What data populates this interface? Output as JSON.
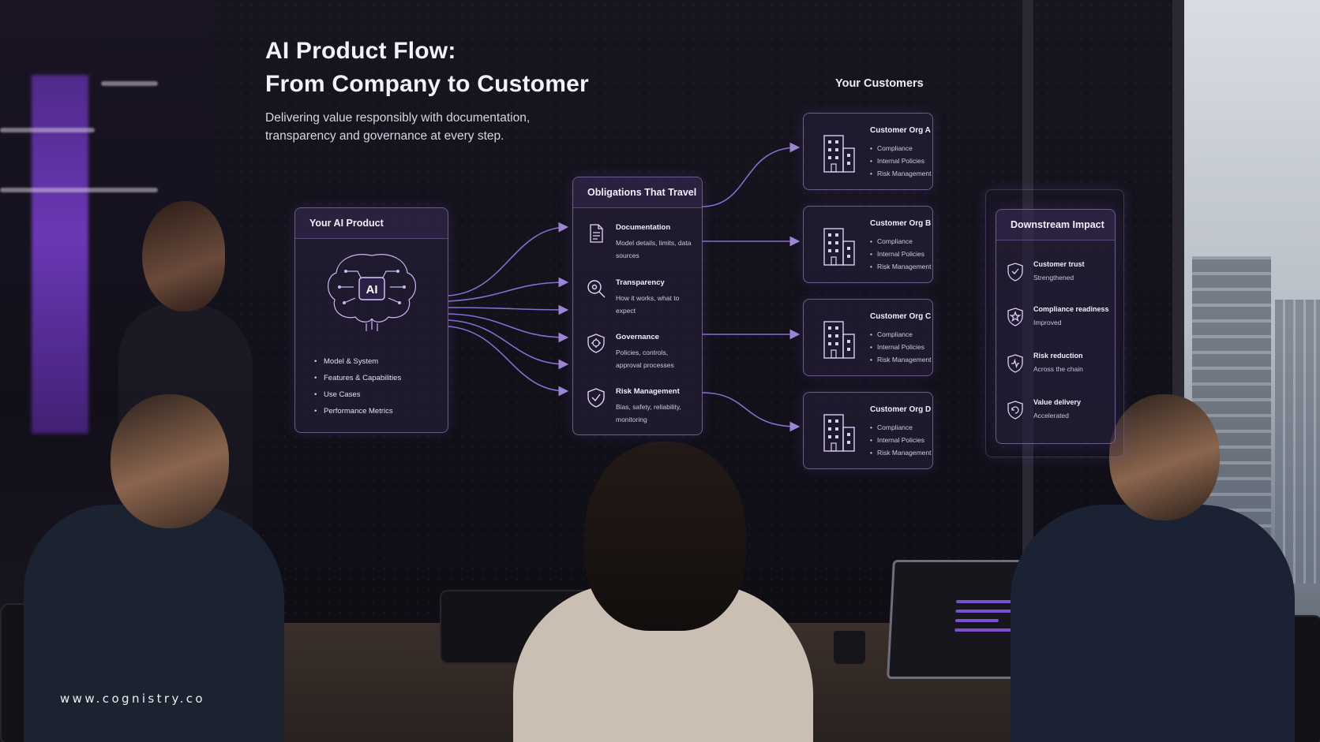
{
  "header": {
    "title_line1": "AI Product Flow:",
    "title_line2": "From Company to Customer",
    "subtitle": "Delivering value responsibly with documentation, transparency and governance at every step."
  },
  "product": {
    "title": "Your AI Product",
    "chip_label": "AI",
    "items": [
      "Model & System",
      "Features & Capabilities",
      "Use Cases",
      "Performance Metrics"
    ]
  },
  "obligations": {
    "title": "Obligations That Travel",
    "items": [
      {
        "title": "Documentation",
        "desc": "Model details, limits, data sources",
        "icon": "document-icon"
      },
      {
        "title": "Transparency",
        "desc": "How it works, what to expect",
        "icon": "magnifier-icon"
      },
      {
        "title": "Governance",
        "desc": "Policies, controls, approval processes",
        "icon": "gear-shield-icon"
      },
      {
        "title": "Risk Management",
        "desc": "Bias, safety, reliability, monitoring",
        "icon": "shield-check-icon"
      }
    ]
  },
  "customers": {
    "label": "Your Customers",
    "orgs": [
      {
        "name": "Customer Org A",
        "items": [
          "Compliance",
          "Internal Policies",
          "Risk Management"
        ]
      },
      {
        "name": "Customer Org B",
        "items": [
          "Compliance",
          "Internal Policies",
          "Risk Management"
        ]
      },
      {
        "name": "Customer Org C",
        "items": [
          "Compliance",
          "Internal Policies",
          "Risk Management"
        ]
      },
      {
        "name": "Customer Org D",
        "items": [
          "Compliance",
          "Internal Policies",
          "Risk Management"
        ]
      }
    ]
  },
  "downstream": {
    "title": "Downstream Impact",
    "items": [
      {
        "title": "Customer trust",
        "desc": "Strengthened"
      },
      {
        "title": "Compliance readiness",
        "desc": "Improved"
      },
      {
        "title": "Risk reduction",
        "desc": "Across the chain"
      },
      {
        "title": "Value delivery",
        "desc": "Accelerated"
      }
    ]
  },
  "footer": {
    "website": "www.cognistry.co"
  },
  "colors": {
    "accent": "#a58bf0",
    "panel_border": "#aa96dc",
    "flow_line": "#9b7ff0"
  }
}
